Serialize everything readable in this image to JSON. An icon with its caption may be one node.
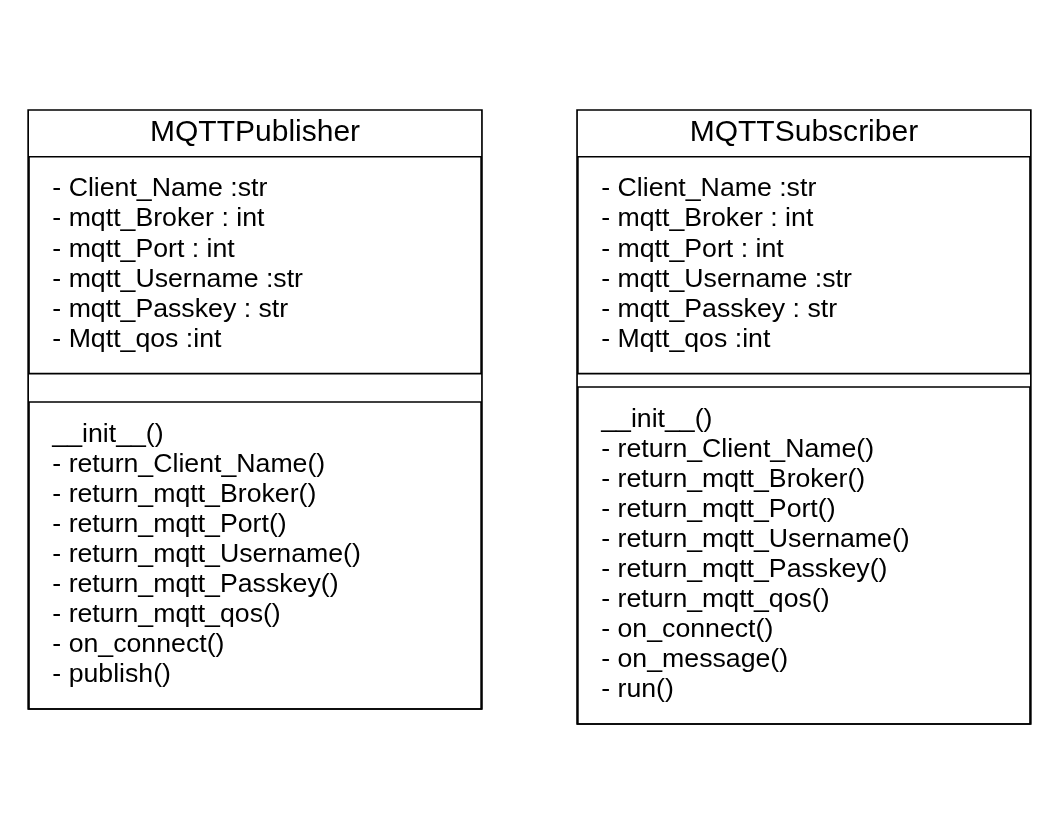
{
  "diagram": {
    "nodes": [
      {
        "text": [
          "MQTTPublisher"
        ]
      },
      {
        "text": [
          "- Client_Name :str",
          "- mqtt_Broker : int",
          "- mqtt_Port : int",
          "- mqtt_Username :str",
          "- mqtt_Passkey : str",
          "- Mqtt_qos :int"
        ],
        "in": 0
      },
      {
        "text": [
          "__init__()",
          "- return_Client_Name()",
          "- return_mqtt_Broker()",
          "- return_mqtt_Port()",
          "- return_mqtt_Username()",
          "- return_mqtt_Passkey()",
          "- return_mqtt_qos()",
          "- on_connect()",
          "- publish()"
        ],
        "in": 0
      },
      {
        "text": [
          "MQTTSubscriber"
        ]
      },
      {
        "text": [
          "- Client_Name :str",
          "- mqtt_Broker : int",
          "- mqtt_Port : int",
          "- mqtt_Username :str",
          "- mqtt_Passkey : str",
          "- Mqtt_qos :int"
        ],
        "in": 3
      },
      {
        "text": [
          "__init__()",
          "- return_Client_Name()",
          "- return_mqtt_Broker()",
          "- return_mqtt_Port()",
          "- return_mqtt_Username()",
          "- return_mqtt_Passkey()",
          "- return_mqtt_qos()",
          "- on_connect()",
          "- on_message()",
          "- run()"
        ],
        "in": 3
      }
    ],
    "edges": []
  }
}
